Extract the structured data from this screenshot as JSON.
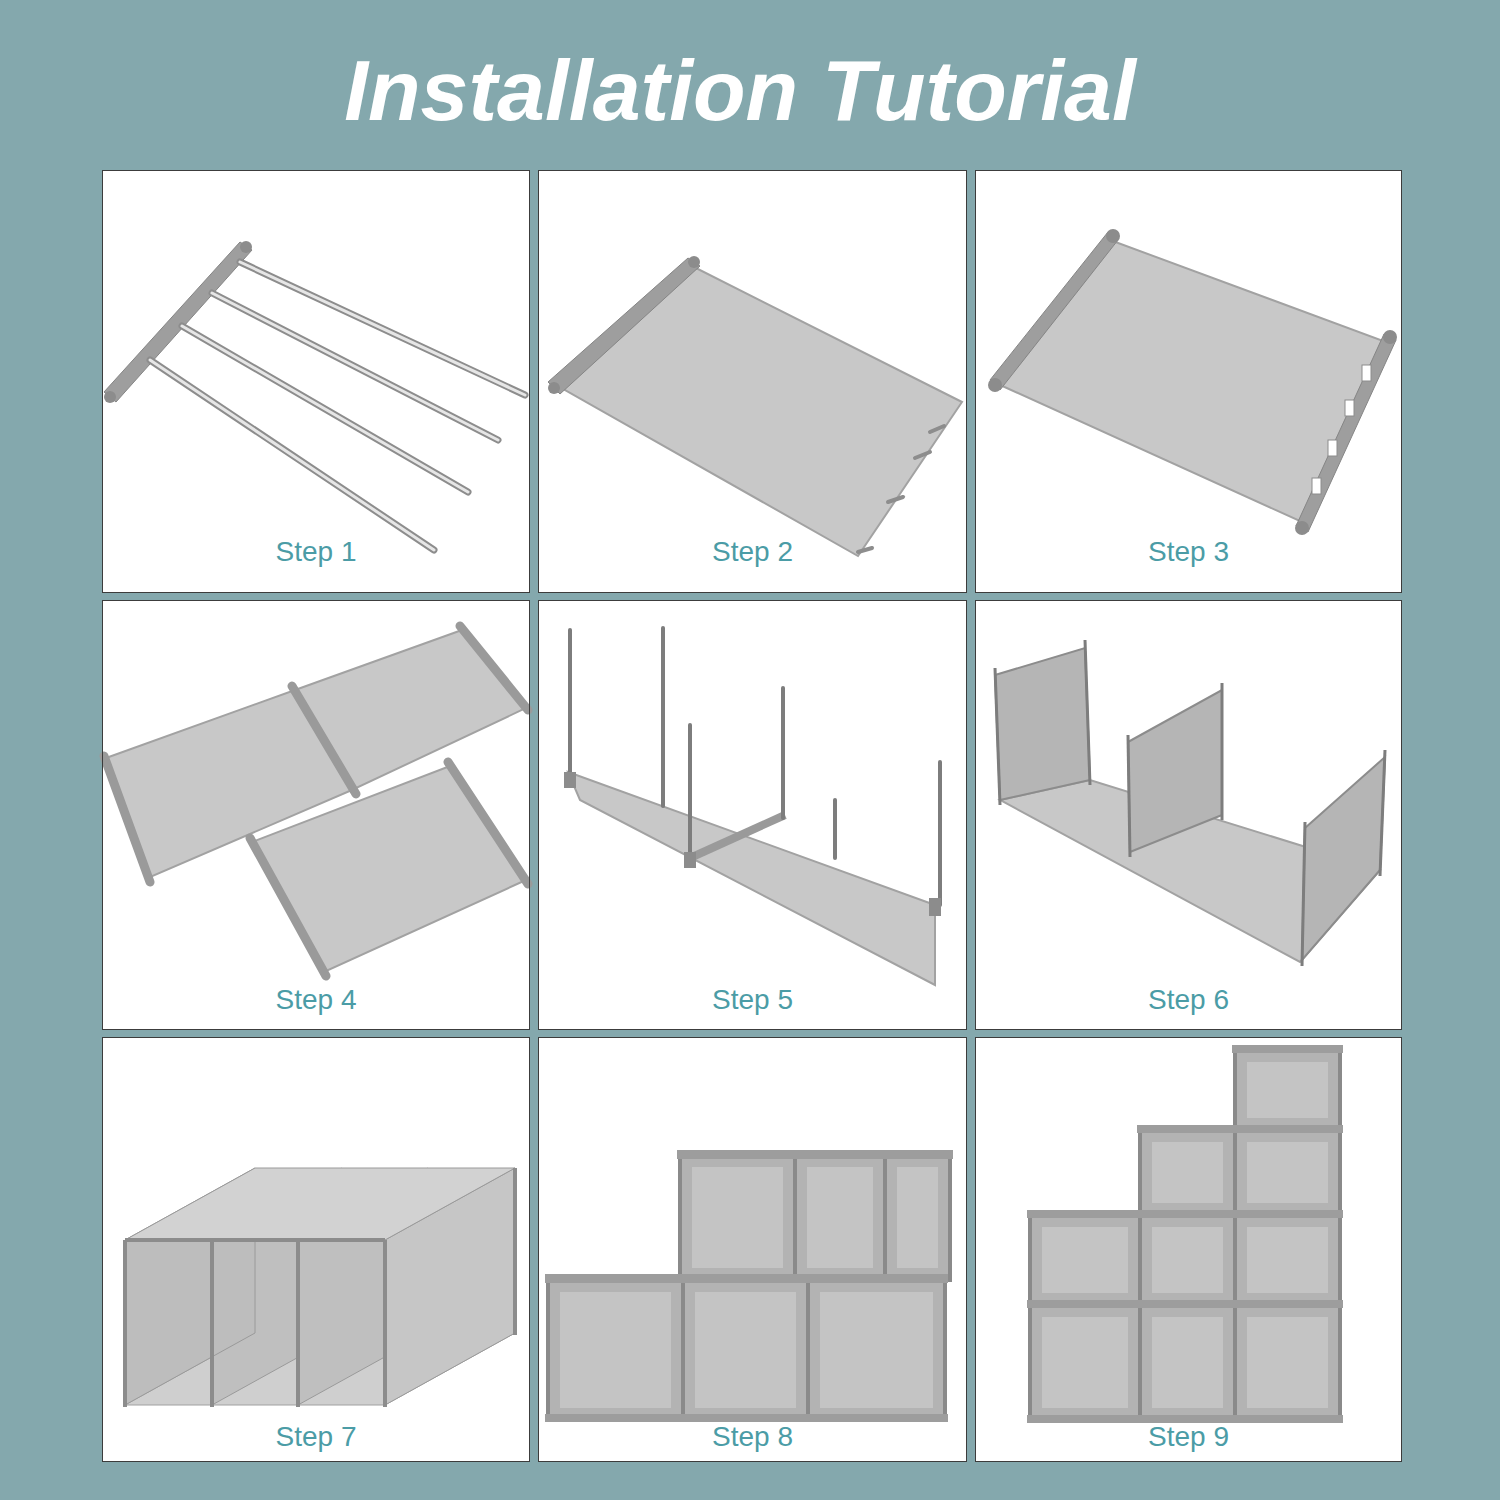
{
  "diagram": {
    "title": "Installation Tutorial",
    "nodes": [
      {
        "text": [
          "Step 1"
        ]
      },
      {
        "text": [
          "Step 2"
        ]
      },
      {
        "text": [
          "Step 3"
        ]
      },
      {
        "text": [
          "Step 4"
        ]
      },
      {
        "text": [
          "Step 5"
        ]
      },
      {
        "text": [
          "Step 6"
        ]
      },
      {
        "text": [
          "Step 7"
        ]
      },
      {
        "text": [
          "Step 8"
        ]
      },
      {
        "text": [
          "Step 9"
        ]
      }
    ]
  }
}
